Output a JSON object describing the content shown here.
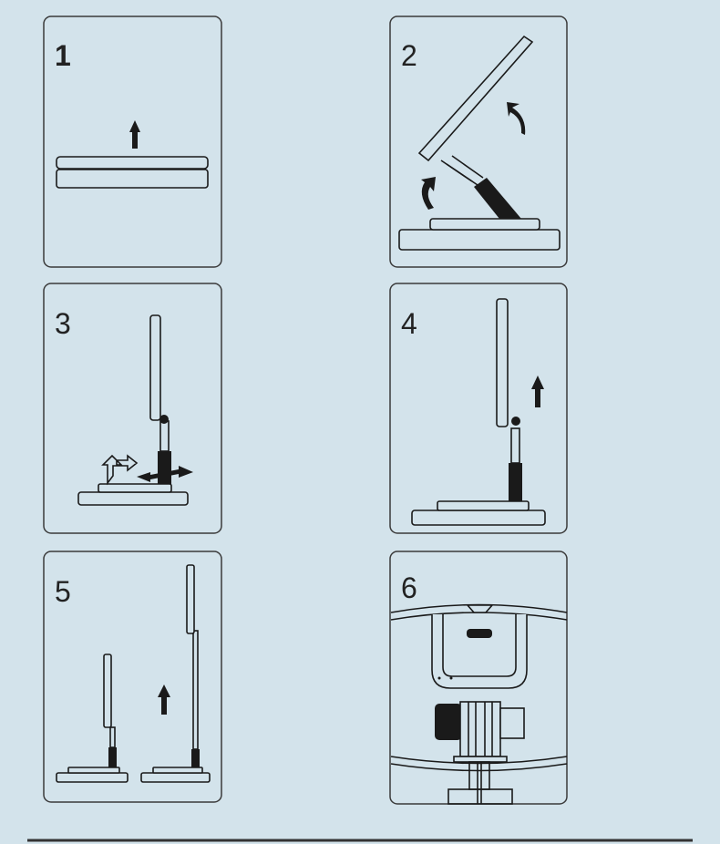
{
  "steps": [
    {
      "number": "1"
    },
    {
      "number": "2"
    },
    {
      "number": "3"
    },
    {
      "number": "4"
    },
    {
      "number": "5"
    },
    {
      "number": "6"
    }
  ],
  "colors": {
    "background": "#d3e3eb",
    "line": "#1a1a1a"
  }
}
